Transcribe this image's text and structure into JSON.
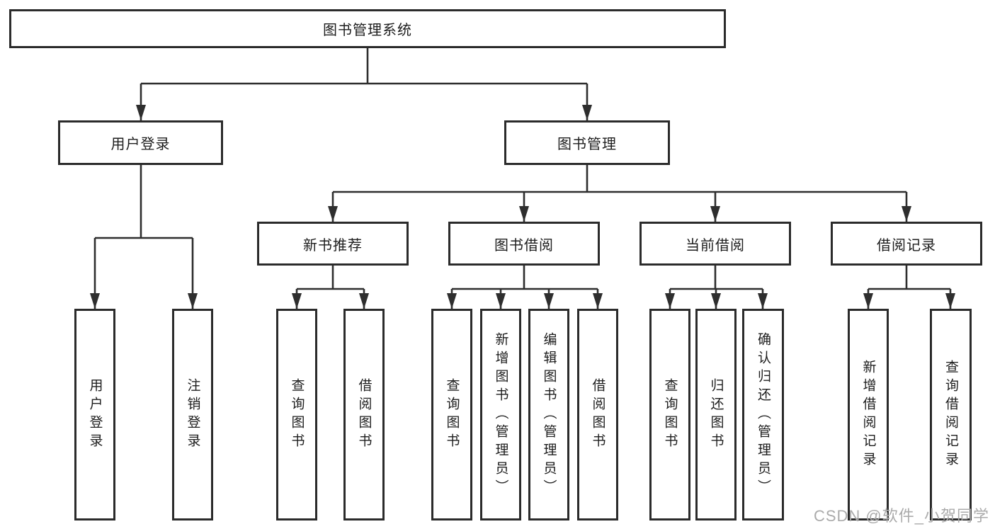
{
  "tree": {
    "root": {
      "label": "图书管理系统"
    },
    "branches": [
      {
        "label": "用户登录",
        "children": [
          {
            "label": "用户登录"
          },
          {
            "label": "注销登录"
          }
        ]
      },
      {
        "label": "图书管理",
        "groups": [
          {
            "label": "新书推荐",
            "children": [
              {
                "label": "查询图书"
              },
              {
                "label": "借阅图书"
              }
            ]
          },
          {
            "label": "图书借阅",
            "children": [
              {
                "label": "查询图书"
              },
              {
                "label": "新增图书（管理员）"
              },
              {
                "label": "编辑图书（管理员）"
              },
              {
                "label": "借阅图书"
              }
            ]
          },
          {
            "label": "当前借阅",
            "children": [
              {
                "label": "查询图书"
              },
              {
                "label": "归还图书"
              },
              {
                "label": "确认归还（管理员）"
              }
            ]
          },
          {
            "label": "借阅记录",
            "children": [
              {
                "label": "新增借阅记录"
              },
              {
                "label": "查询借阅记录"
              }
            ]
          }
        ]
      }
    ]
  },
  "watermark": {
    "text": "CSDN @软件_小贺同学"
  },
  "colors": {
    "line": "#2e2e2e",
    "border": "#2b2b2b",
    "text": "#1d1d1d",
    "watermark": "#ababab",
    "background": "#ffffff"
  }
}
